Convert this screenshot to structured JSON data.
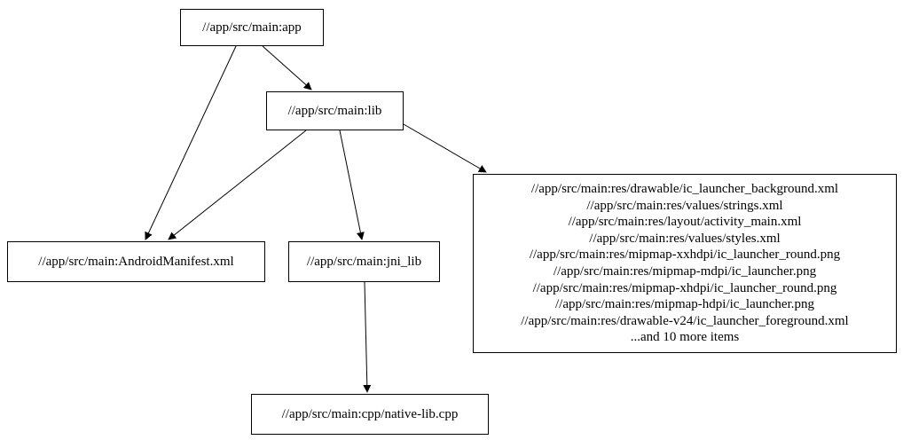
{
  "graph": {
    "colors": {
      "background": "#ffffff",
      "node_fill": "#ffffff",
      "node_border": "#000000",
      "edge": "#000000",
      "text": "#000000"
    },
    "nodes": {
      "app": {
        "label": "//app/src/main:app"
      },
      "lib": {
        "label": "//app/src/main:lib"
      },
      "manifest": {
        "label": "//app/src/main:AndroidManifest.xml"
      },
      "jni_lib": {
        "label": "//app/src/main:jni_lib"
      },
      "res": {
        "lines": [
          "//app/src/main:res/drawable/ic_launcher_background.xml",
          "//app/src/main:res/values/strings.xml",
          "//app/src/main:res/layout/activity_main.xml",
          "//app/src/main:res/values/styles.xml",
          "//app/src/main:res/mipmap-xxhdpi/ic_launcher_round.png",
          "//app/src/main:res/mipmap-mdpi/ic_launcher.png",
          "//app/src/main:res/mipmap-xhdpi/ic_launcher_round.png",
          "//app/src/main:res/mipmap-hdpi/ic_launcher.png",
          "//app/src/main:res/drawable-v24/ic_launcher_foreground.xml",
          "...and 10 more items"
        ]
      },
      "cpp": {
        "label": "//app/src/main:cpp/native-lib.cpp"
      }
    },
    "edges": [
      {
        "from": "//app/src/main:app",
        "to": "//app/src/main:lib"
      },
      {
        "from": "//app/src/main:app",
        "to": "//app/src/main:AndroidManifest.xml"
      },
      {
        "from": "//app/src/main:lib",
        "to": "//app/src/main:AndroidManifest.xml"
      },
      {
        "from": "//app/src/main:lib",
        "to": "//app/src/main:jni_lib"
      },
      {
        "from": "//app/src/main:lib",
        "to": "res-file-group"
      },
      {
        "from": "//app/src/main:jni_lib",
        "to": "//app/src/main:cpp/native-lib.cpp"
      }
    ]
  }
}
